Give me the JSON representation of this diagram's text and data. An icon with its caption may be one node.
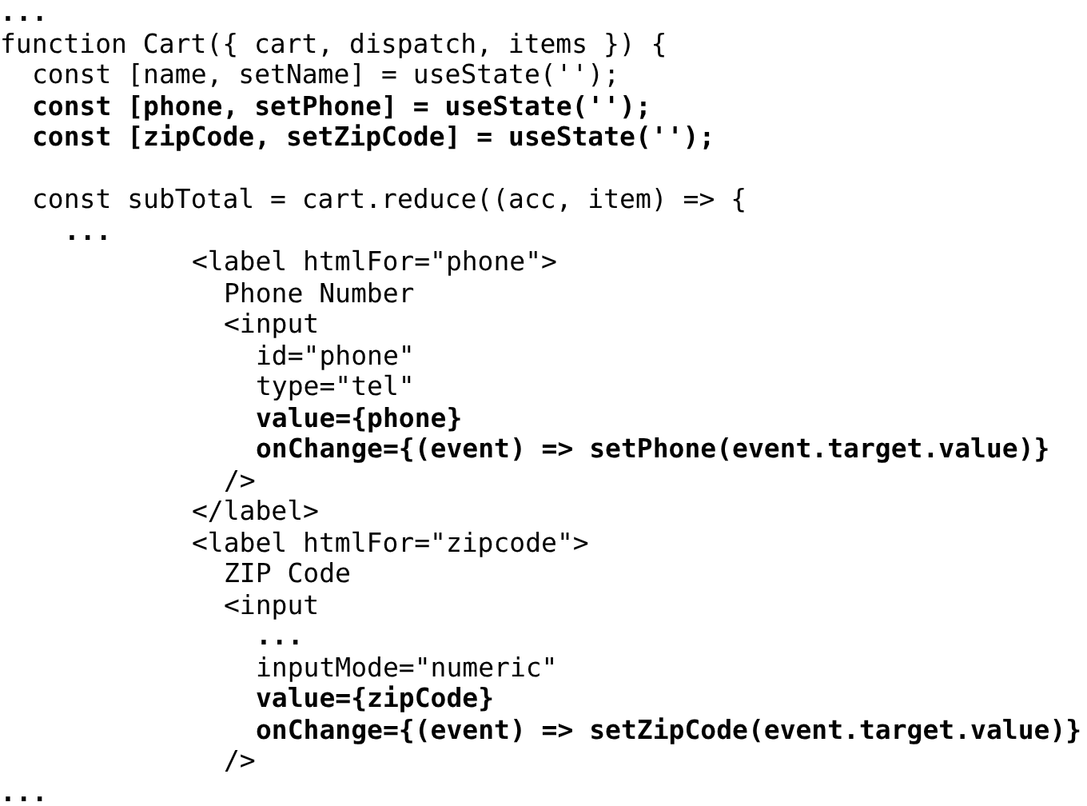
{
  "diagram": {
    "labels": [
      "...",
      "function Cart({ cart, dispatch, items }) {",
      "const [name, setName] = useState('');",
      "const [phone, setPhone] = useState('');",
      "const [zipCode, setZipCode] = useState('');",
      "const subTotal = cart.reduce((acc, item) => {",
      "...",
      "<label htmlFor=\"phone\">",
      "Phone Number",
      "<input",
      "id=\"phone\"",
      "type=\"tel\"",
      "value={phone}",
      "onChange={(event) => setPhone(event.target.value)}",
      "/>",
      "</label>",
      "<label htmlFor=\"zipcode\">",
      "ZIP Code",
      "<input",
      "...",
      "inputMode=\"numeric\"",
      "value={zipCode}",
      "onChange={(event) => setZipCode(event.target.value)}",
      "/>",
      "..."
    ]
  }
}
